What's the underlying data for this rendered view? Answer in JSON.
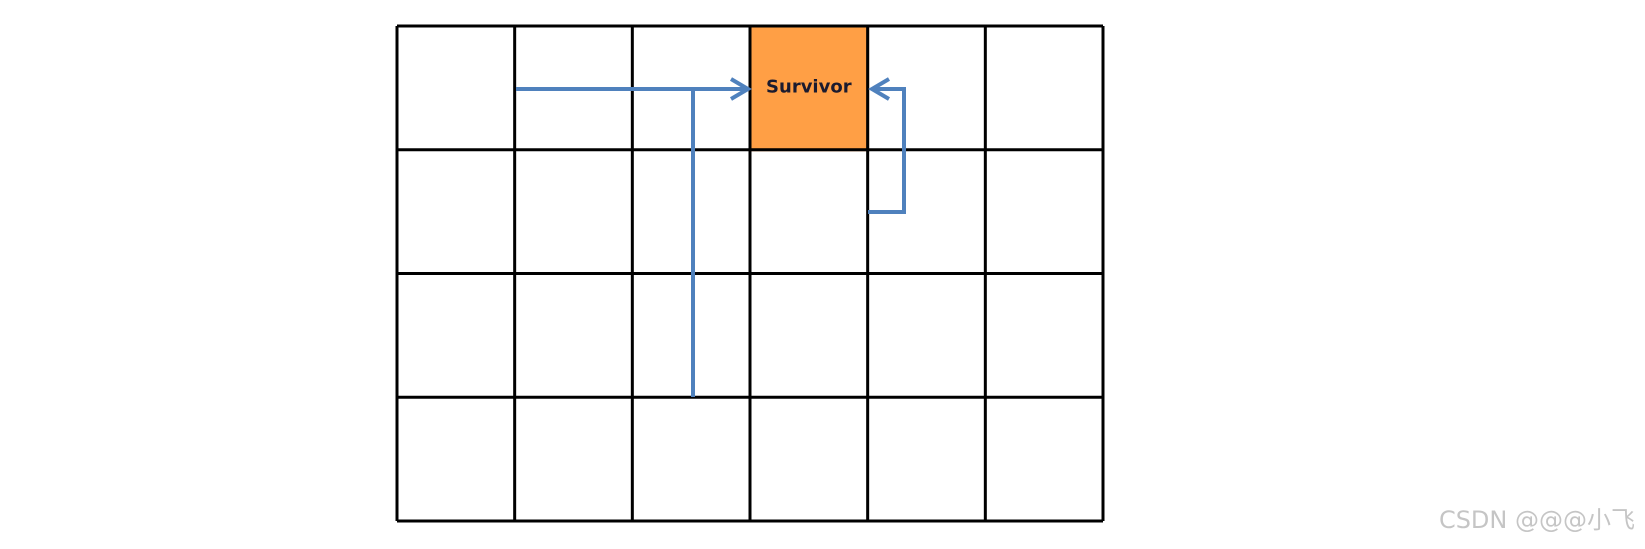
{
  "grid": {
    "columns": 6,
    "rows": 4
  },
  "survivor": {
    "label": "Survivor",
    "column": 3,
    "row": 0,
    "fill_color": "#FF9F45",
    "border_color": "#E07A27",
    "text_color": "#1B1B2F"
  },
  "arrows": {
    "color": "#4F81BD"
  },
  "watermark": {
    "text": "CSDN @@@小飞"
  }
}
